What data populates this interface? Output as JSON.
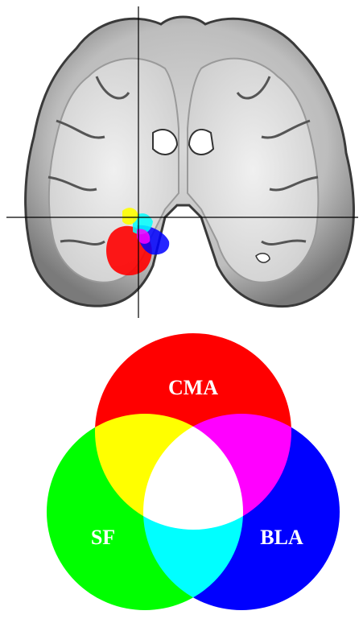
{
  "brain_image": {
    "overlay_colors": {
      "cma": "#ff0000",
      "sf": "#00ff00",
      "bla": "#0000ff",
      "overlap_yellow": "#ffff00",
      "overlap_magenta": "#ff00ff",
      "overlap_cyan": "#00ffff",
      "overlap_white": "#ffffff"
    }
  },
  "venn": {
    "circles": [
      {
        "id": "cma",
        "label": "CMA",
        "color": "#ff0000"
      },
      {
        "id": "sf",
        "label": "SF",
        "color": "#00ff00"
      },
      {
        "id": "bla",
        "label": "BLA",
        "color": "#0000ff"
      }
    ]
  }
}
